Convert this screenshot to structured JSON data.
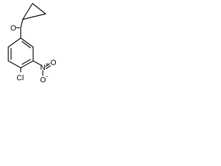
{
  "molecule": {
    "atoms": {
      "carbonyl_oxygen": "O",
      "chlorine": "Cl",
      "nitro_nitrogen": "N",
      "nitro_oxygen_right": "O",
      "nitro_oxygen_bottom": "O"
    },
    "charges": {
      "nitro_nitrogen": "+",
      "nitro_oxygen_bottom": "−"
    }
  }
}
